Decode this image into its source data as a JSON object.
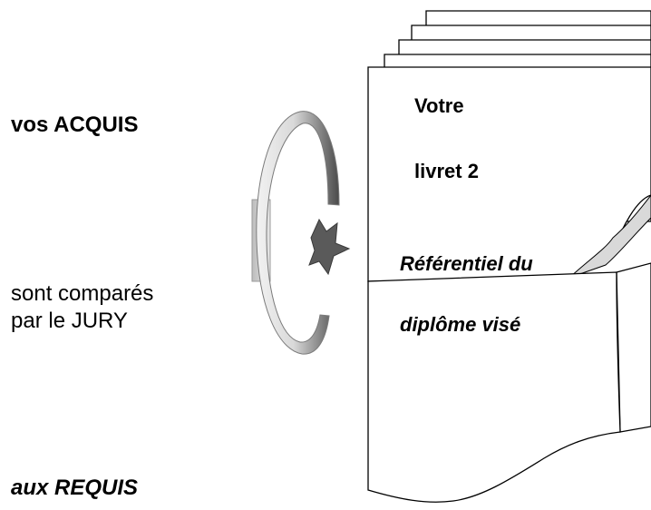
{
  "left": {
    "acquis": "vos ACQUIS",
    "compare_line1": "sont comparés",
    "compare_line2": "par le JURY",
    "requis": "aux REQUIS"
  },
  "livret": {
    "line1": "Votre",
    "line2": "livret 2"
  },
  "referentiel": {
    "line1": "Référentiel du",
    "line2": "diplôme visé"
  },
  "colors": {
    "ink": "#000000",
    "paper": "#ffffff",
    "arrow_dark": "#555555",
    "arrow_light": "#e8e8e8"
  }
}
